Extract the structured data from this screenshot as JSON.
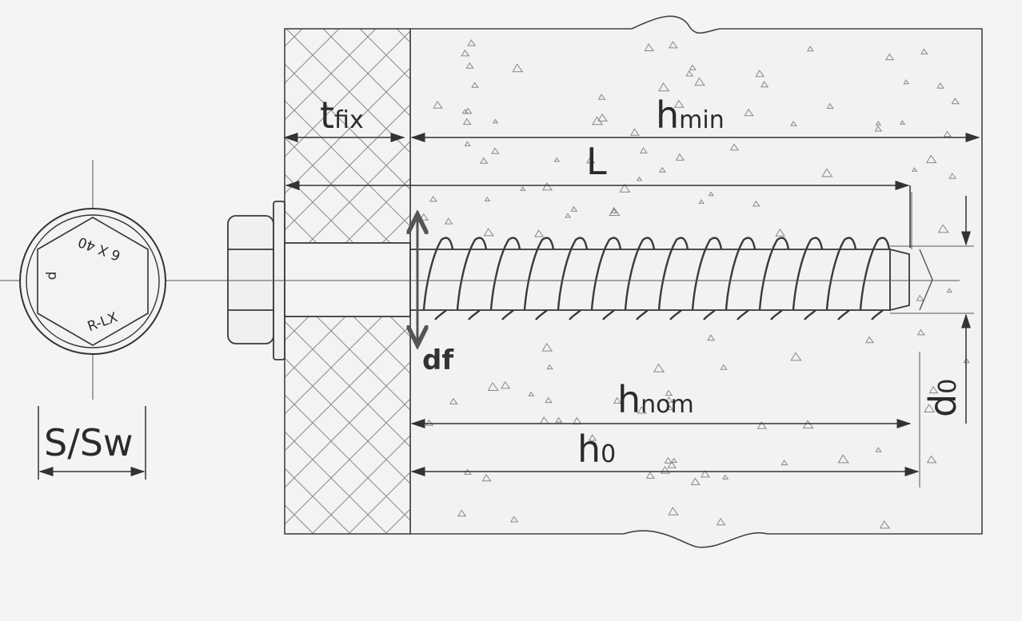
{
  "labels": {
    "t_fix": {
      "main": "t",
      "sub": "fix"
    },
    "h_min": {
      "main": "h",
      "sub": "min"
    },
    "L": "L",
    "h_nom": {
      "main": "h",
      "sub": "nom"
    },
    "h_0": {
      "main": "h",
      "sub": "0"
    },
    "d_0": {
      "main": "d",
      "sub": "0"
    },
    "d_f": "df",
    "s_sw": "S/Sw"
  },
  "head_markings": {
    "size": "6 X 40",
    "brand": "R-LX",
    "symbol": "d"
  },
  "colors": {
    "line": "#3a3a3a",
    "df_arrow": "#555555",
    "background": "#f4f4f4",
    "concrete": "#f2f2f2"
  }
}
